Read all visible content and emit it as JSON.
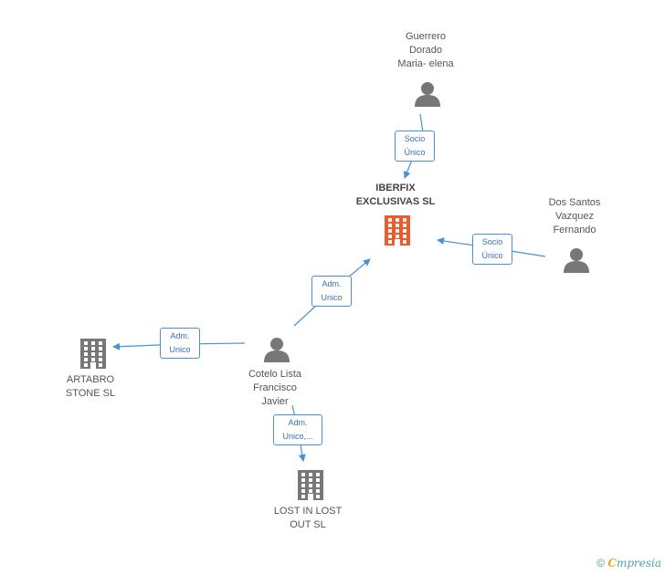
{
  "nodes": {
    "main": {
      "lines": [
        "IBERFIX",
        "EXCLUSIVAS SL"
      ]
    },
    "guerrero": {
      "lines": [
        "Guerrero",
        "Dorado",
        "Maria- elena"
      ]
    },
    "dos_santos": {
      "lines": [
        "Dos Santos",
        "Vazquez",
        "Fernando"
      ]
    },
    "cotelo": {
      "lines": [
        "Cotelo Lista",
        "Francisco",
        "Javier"
      ]
    },
    "artabro": {
      "lines": [
        "ARTABRO",
        "STONE SL"
      ]
    },
    "lost": {
      "lines": [
        "LOST IN LOST",
        "OUT  SL"
      ]
    }
  },
  "edges": {
    "guerrero_main": {
      "lines": [
        "Socio",
        "Único"
      ]
    },
    "dos_santos_main": {
      "lines": [
        "Socio",
        "Único"
      ]
    },
    "cotelo_main": {
      "lines": [
        "Adm.",
        "Unico"
      ]
    },
    "cotelo_artabro": {
      "lines": [
        "Adm.",
        "Unico"
      ]
    },
    "cotelo_lost": {
      "lines": [
        "Adm.",
        "Unico,..."
      ]
    }
  },
  "colors": {
    "main_company": "#f05a28",
    "company": "#777777",
    "person": "#777777",
    "edge": "#4a90d9"
  },
  "footer": {
    "copyright": "©",
    "brand_first": "C",
    "brand_rest": "mpresia"
  }
}
